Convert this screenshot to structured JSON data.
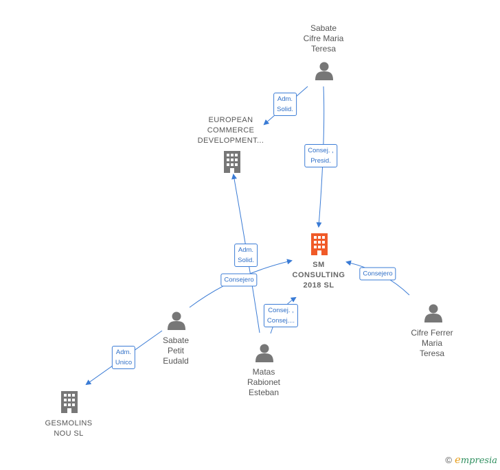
{
  "nodes": {
    "sabate_cifre": {
      "label": "Sabate\nCifre Maria\nTeresa"
    },
    "european": {
      "label": "EUROPEAN\nCOMMERCE\nDEVELOPMENT..."
    },
    "sm_consulting": {
      "label": "SM\nCONSULTING\n2018  SL"
    },
    "cifre_ferrer": {
      "label": "Cifre Ferrer\nMaria\nTeresa"
    },
    "sabate_petit": {
      "label": "Sabate\nPetit\nEudald"
    },
    "matas": {
      "label": "Matas\nRabionet\nEsteban"
    },
    "gesmolins": {
      "label": "GESMOLINS\nNOU SL"
    }
  },
  "edges": {
    "e1": {
      "label": "Adm.\nSolid."
    },
    "e2": {
      "label": "Consej. ,\nPresid."
    },
    "e3": {
      "label": "Adm.\nSolid."
    },
    "e4": {
      "label": "Consejero"
    },
    "e5": {
      "label": "Consej. ,\nConsej...."
    },
    "e6": {
      "label": "Consejero"
    },
    "e7": {
      "label": "Adm.\nUnico"
    }
  },
  "colors": {
    "edge": "#3a7bd5",
    "person": "#777777",
    "company": "#777777",
    "main_company": "#f05a28"
  },
  "footer": {
    "copyright": "©",
    "brand_first": "e",
    "brand_rest": "mpresia"
  }
}
